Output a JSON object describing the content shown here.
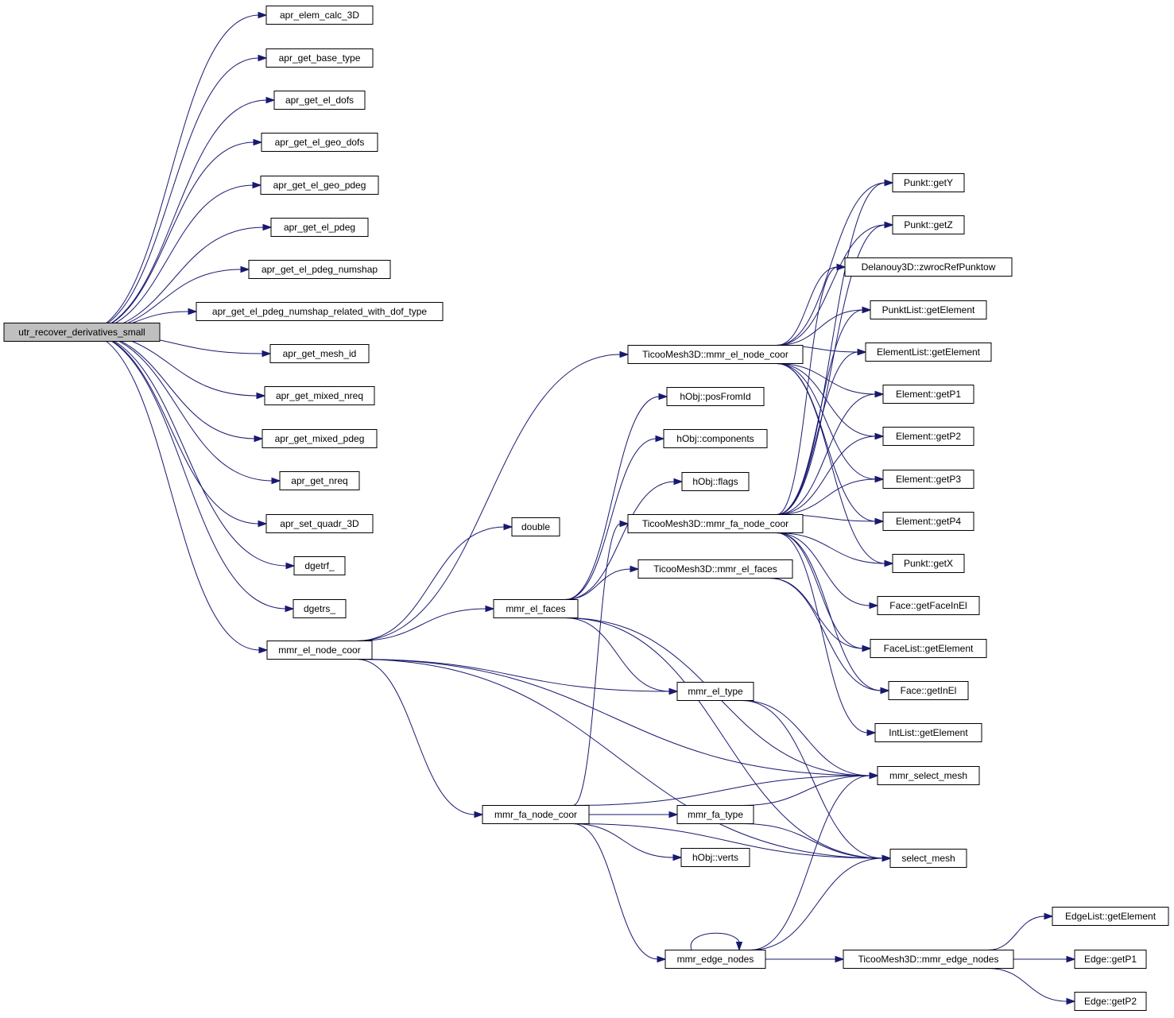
{
  "graph": {
    "colors": {
      "edge": "#191970",
      "node_fill": "#ffffff",
      "root_fill": "#bfbfbf",
      "border": "#000000"
    },
    "nodes": [
      {
        "id": "root",
        "label": "utr_recover_derivatives_small",
        "root": true
      },
      {
        "id": "elemcalc",
        "label": "apr_elem_calc_3D"
      },
      {
        "id": "basetype",
        "label": "apr_get_base_type"
      },
      {
        "id": "eldofs",
        "label": "apr_get_el_dofs"
      },
      {
        "id": "elgeodofs",
        "label": "apr_get_el_geo_dofs"
      },
      {
        "id": "elgeopdeg",
        "label": "apr_get_el_geo_pdeg"
      },
      {
        "id": "elpdeg",
        "label": "apr_get_el_pdeg"
      },
      {
        "id": "numshap",
        "label": "apr_get_el_pdeg_numshap"
      },
      {
        "id": "numshaprel",
        "label": "apr_get_el_pdeg_numshap_related_with_dof_type"
      },
      {
        "id": "meshid",
        "label": "apr_get_mesh_id"
      },
      {
        "id": "mixednreq",
        "label": "apr_get_mixed_nreq"
      },
      {
        "id": "mixedpdeg",
        "label": "apr_get_mixed_pdeg"
      },
      {
        "id": "nreq",
        "label": "apr_get_nreq"
      },
      {
        "id": "quadr",
        "label": "apr_set_quadr_3D"
      },
      {
        "id": "dgetrf",
        "label": "dgetrf_"
      },
      {
        "id": "dgetrs",
        "label": "dgetrs_"
      },
      {
        "id": "mmrelnode",
        "label": "mmr_el_node_coor"
      },
      {
        "id": "double",
        "label": "double"
      },
      {
        "id": "mmrelfaces",
        "label": "mmr_el_faces"
      },
      {
        "id": "mmrfanode",
        "label": "mmr_fa_node_coor"
      },
      {
        "id": "tmelnode",
        "label": "TicooMesh3D::mmr_el_node_coor"
      },
      {
        "id": "posfromid",
        "label": "hObj::posFromId"
      },
      {
        "id": "components",
        "label": "hObj::components"
      },
      {
        "id": "flags",
        "label": "hObj::flags"
      },
      {
        "id": "tmfanode",
        "label": "TicooMesh3D::mmr_fa_node_coor"
      },
      {
        "id": "tmelfaces",
        "label": "TicooMesh3D::mmr_el_faces"
      },
      {
        "id": "eltype",
        "label": "mmr_el_type"
      },
      {
        "id": "fatype",
        "label": "mmr_fa_type"
      },
      {
        "id": "verts",
        "label": "hObj::verts"
      },
      {
        "id": "edgenodes",
        "label": "mmr_edge_nodes"
      },
      {
        "id": "tmedgenodes",
        "label": "TicooMesh3D::mmr_edge_nodes"
      },
      {
        "id": "gety",
        "label": "Punkt::getY"
      },
      {
        "id": "getz",
        "label": "Punkt::getZ"
      },
      {
        "id": "delanouy",
        "label": "Delanouy3D::zwrocRefPunktow"
      },
      {
        "id": "punktlist",
        "label": "PunktList::getElement"
      },
      {
        "id": "elementlist",
        "label": "ElementList::getElement"
      },
      {
        "id": "getp1",
        "label": "Element::getP1"
      },
      {
        "id": "getp2",
        "label": "Element::getP2"
      },
      {
        "id": "getp3",
        "label": "Element::getP3"
      },
      {
        "id": "getp4",
        "label": "Element::getP4"
      },
      {
        "id": "getx",
        "label": "Punkt::getX"
      },
      {
        "id": "facegetfaceinel",
        "label": "Face::getFaceInEl"
      },
      {
        "id": "facelist",
        "label": "FaceList::getElement"
      },
      {
        "id": "facegetinel",
        "label": "Face::getInEl"
      },
      {
        "id": "intlist",
        "label": "IntList::getElement"
      },
      {
        "id": "selectmeshmmr",
        "label": "mmr_select_mesh"
      },
      {
        "id": "selectmesh",
        "label": "select_mesh"
      },
      {
        "id": "edgelist",
        "label": "EdgeList::getElement"
      },
      {
        "id": "edgep1",
        "label": "Edge::getP1"
      },
      {
        "id": "edgep2",
        "label": "Edge::getP2"
      }
    ],
    "edges": [
      [
        "root",
        "elemcalc"
      ],
      [
        "root",
        "basetype"
      ],
      [
        "root",
        "eldofs"
      ],
      [
        "root",
        "elgeodofs"
      ],
      [
        "root",
        "elgeopdeg"
      ],
      [
        "root",
        "elpdeg"
      ],
      [
        "root",
        "numshap"
      ],
      [
        "root",
        "numshaprel"
      ],
      [
        "root",
        "meshid"
      ],
      [
        "root",
        "mixednreq"
      ],
      [
        "root",
        "mixedpdeg"
      ],
      [
        "root",
        "nreq"
      ],
      [
        "root",
        "quadr"
      ],
      [
        "root",
        "dgetrf"
      ],
      [
        "root",
        "dgetrs"
      ],
      [
        "root",
        "mmrelnode"
      ],
      [
        "mmrelnode",
        "double"
      ],
      [
        "mmrelnode",
        "mmrelfaces"
      ],
      [
        "mmrelnode",
        "tmelnode"
      ],
      [
        "mmrelnode",
        "eltype"
      ],
      [
        "mmrelnode",
        "mmrfanode"
      ],
      [
        "mmrelnode",
        "selectmeshmmr"
      ],
      [
        "mmrelnode",
        "selectmesh"
      ],
      [
        "mmrelfaces",
        "posfromid"
      ],
      [
        "mmrelfaces",
        "components"
      ],
      [
        "mmrelfaces",
        "flags"
      ],
      [
        "mmrelfaces",
        "tmelfaces"
      ],
      [
        "mmrelfaces",
        "eltype"
      ],
      [
        "mmrelfaces",
        "selectmeshmmr"
      ],
      [
        "mmrelfaces",
        "selectmesh"
      ],
      [
        "mmrfanode",
        "tmfanode"
      ],
      [
        "mmrfanode",
        "fatype"
      ],
      [
        "mmrfanode",
        "verts"
      ],
      [
        "mmrfanode",
        "edgenodes"
      ],
      [
        "mmrfanode",
        "selectmeshmmr"
      ],
      [
        "mmrfanode",
        "selectmesh"
      ],
      [
        "tmelnode",
        "gety"
      ],
      [
        "tmelnode",
        "getz"
      ],
      [
        "tmelnode",
        "delanouy"
      ],
      [
        "tmelnode",
        "punktlist"
      ],
      [
        "tmelnode",
        "elementlist"
      ],
      [
        "tmelnode",
        "getp1"
      ],
      [
        "tmelnode",
        "getp2"
      ],
      [
        "tmelnode",
        "getp3"
      ],
      [
        "tmelnode",
        "getp4"
      ],
      [
        "tmelnode",
        "getx"
      ],
      [
        "tmfanode",
        "gety"
      ],
      [
        "tmfanode",
        "getz"
      ],
      [
        "tmfanode",
        "delanouy"
      ],
      [
        "tmfanode",
        "punktlist"
      ],
      [
        "tmfanode",
        "elementlist"
      ],
      [
        "tmfanode",
        "getp1"
      ],
      [
        "tmfanode",
        "getp2"
      ],
      [
        "tmfanode",
        "getp3"
      ],
      [
        "tmfanode",
        "getp4"
      ],
      [
        "tmfanode",
        "getx"
      ],
      [
        "tmfanode",
        "facegetfaceinel"
      ],
      [
        "tmfanode",
        "facelist"
      ],
      [
        "tmfanode",
        "facegetinel"
      ],
      [
        "tmfanode",
        "intlist"
      ],
      [
        "tmelfaces",
        "facelist"
      ],
      [
        "tmelfaces",
        "facegetinel"
      ],
      [
        "eltype",
        "selectmeshmmr"
      ],
      [
        "eltype",
        "selectmesh"
      ],
      [
        "fatype",
        "selectmeshmmr"
      ],
      [
        "fatype",
        "selectmesh"
      ],
      [
        "edgenodes",
        "edgenodes"
      ],
      [
        "edgenodes",
        "selectmeshmmr"
      ],
      [
        "edgenodes",
        "selectmesh"
      ],
      [
        "edgenodes",
        "tmedgenodes"
      ],
      [
        "tmedgenodes",
        "edgelist"
      ],
      [
        "tmedgenodes",
        "edgep1"
      ],
      [
        "tmedgenodes",
        "edgep2"
      ]
    ]
  }
}
